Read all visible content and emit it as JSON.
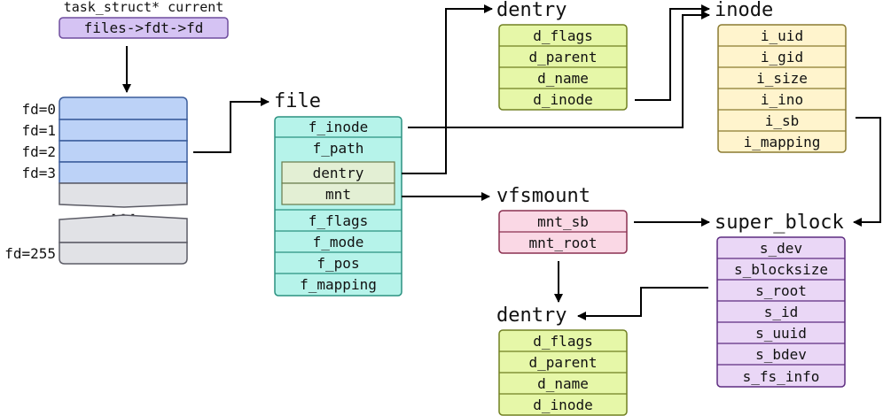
{
  "task": {
    "label": "task_struct* current",
    "expr": "files->fdt->fd"
  },
  "fd_table": {
    "fd_labels": [
      "fd=0",
      "fd=1",
      "fd=2",
      "fd=3"
    ],
    "last_label": "fd=255",
    "ellipsis": "..."
  },
  "file": {
    "title": "file",
    "fields": [
      "f_inode",
      "f_path",
      "f_flags",
      "f_mode",
      "f_pos",
      "f_mapping"
    ],
    "path_fields": [
      "dentry",
      "mnt"
    ]
  },
  "dentry_top": {
    "title": "dentry",
    "fields": [
      "d_flags",
      "d_parent",
      "d_name",
      "d_inode"
    ]
  },
  "inode": {
    "title": "inode",
    "fields": [
      "i_uid",
      "i_gid",
      "i_size",
      "i_ino",
      "i_sb",
      "i_mapping"
    ]
  },
  "vfsmount": {
    "title": "vfsmount",
    "fields": [
      "mnt_sb",
      "mnt_root"
    ]
  },
  "super_block": {
    "title": "super_block",
    "fields": [
      "s_dev",
      "s_blocksize",
      "s_root",
      "s_id",
      "s_uuid",
      "s_bdev",
      "s_fs_info"
    ]
  },
  "dentry_bottom": {
    "title": "dentry",
    "fields": [
      "d_flags",
      "d_parent",
      "d_name",
      "d_inode"
    ]
  },
  "colors": {
    "task_fill": "#d5c3f3",
    "task_stroke": "#6e4d9e",
    "fd_fill": "#bcd2f7",
    "fd_stroke": "#3b5d9c",
    "fd_empty_fill": "#e1e2e6",
    "fd_empty_stroke": "#5c5c66",
    "file_fill": "#b6f3ea",
    "file_stroke": "#2a9180",
    "path_fill": "#e3efd4",
    "path_stroke": "#677a4a",
    "dentry_fill": "#e6f7a8",
    "dentry_stroke": "#718023",
    "inode_fill": "#fff4cd",
    "inode_stroke": "#8a7a30",
    "vfsmount_fill": "#fad8e5",
    "vfsmount_stroke": "#8a3050",
    "sb_fill": "#ead7f6",
    "sb_stroke": "#5d2c80"
  }
}
